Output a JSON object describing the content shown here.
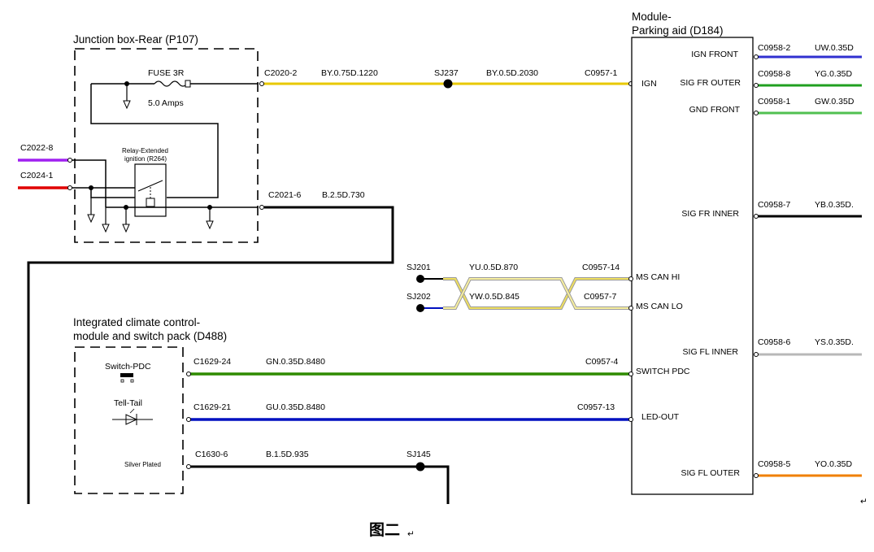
{
  "colors": {
    "yellow_wire": "#e8c800",
    "black_wire": "#000000",
    "purple_wire": "#a020f0",
    "red_wire": "#e00000",
    "green_wire": "#2e8b00",
    "blue_wire": "#0010c0",
    "grey_wire": "#b8b8b8",
    "orange_wire": "#f08000",
    "uw_blue": "#3030d0",
    "yg_green": "#20a020",
    "gw_green": "#50c050"
  },
  "junction_box": {
    "title": "Junction box-Rear (P107)",
    "fuse_label": "FUSE 3R",
    "fuse_rating": "5.0 Amps",
    "relay_label_1": "Relay-Extended",
    "relay_label_2": "ignition (R264)",
    "left_connectors": [
      "C2022-8",
      "C2024-1"
    ]
  },
  "module": {
    "title_line1": "Module-",
    "title_line2": "Parking aid (D184)",
    "right_pins": [
      {
        "label": "IGN FRONT",
        "connector": "C0958-2",
        "wire": "UW.0.35D"
      },
      {
        "label": "SIG FR OUTER",
        "connector": "C0958-8",
        "wire": "YG.0.35D"
      },
      {
        "label": "GND FRONT",
        "connector": "C0958-1",
        "wire": "GW.0.35D"
      },
      {
        "label": "SIG FR INNER",
        "connector": "C0958-7",
        "wire": "YB.0.35D."
      },
      {
        "label": "SIG FL INNER",
        "connector": "C0958-6",
        "wire": "YS.0.35D."
      },
      {
        "label": "SIG FL OUTER",
        "connector": "C0958-5",
        "wire": "YO.0.35D"
      }
    ],
    "left_pins": {
      "ign": "IGN",
      "ms_can_hi": "MS CAN HI",
      "ms_can_lo": "MS CAN LO",
      "switch_pdc": "SWITCH PDC",
      "led_out": "LED-OUT"
    }
  },
  "wires": {
    "ign_feed": {
      "from": "C2020-2",
      "wire1": "BY.0.75D.1220",
      "splice": "SJ237",
      "wire2": "BY.0.5D.2030",
      "to": "C0957-1"
    },
    "ground": {
      "from": "C2021-6",
      "wire": "B.2.5D.730"
    },
    "can_hi": {
      "splice": "SJ201",
      "wire": "YU.0.5D.870",
      "to": "C0957-14"
    },
    "can_lo": {
      "splice": "SJ202",
      "wire": "YW.0.5D.845",
      "to": "C0957-7"
    },
    "switch_pdc": {
      "from": "C1629-24",
      "wire": "GN.0.35D.8480",
      "to": "C0957-4"
    },
    "led_out": {
      "from": "C1629-21",
      "wire": "GU.0.35D.8480",
      "to": "C0957-13"
    },
    "ground2": {
      "from": "C1630-6",
      "wire": "B.1.5D.935",
      "splice": "SJ145"
    }
  },
  "climate": {
    "title_line1": "Integrated climate control-",
    "title_line2": "module and switch pack (D488)",
    "switch_label": "Switch-PDC",
    "telltale_label": "Tell-Tail",
    "silver_label": "Silver Plated"
  },
  "caption": "图二",
  "return_mark": "↵"
}
